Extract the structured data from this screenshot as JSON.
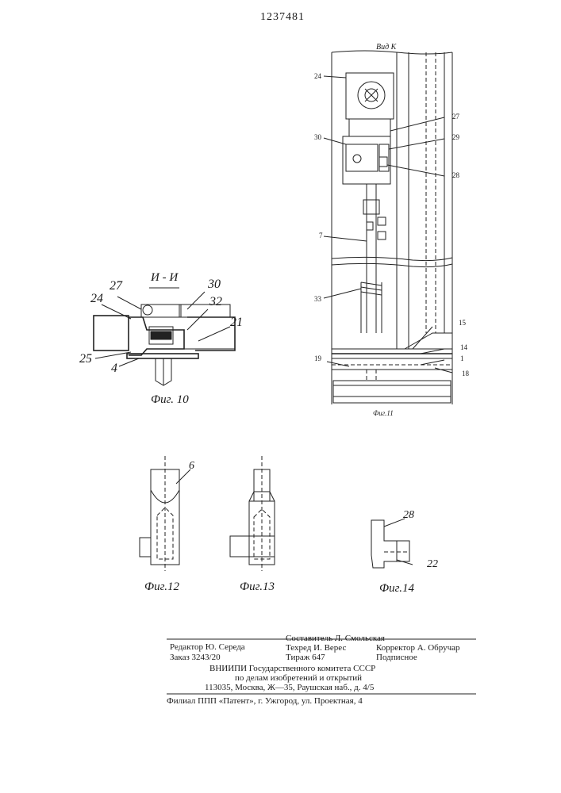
{
  "header": {
    "patent_number": "1237481"
  },
  "fig11": {
    "view_label": "Вид К",
    "caption": "Фиг.11",
    "callouts": {
      "c24": "24",
      "c27": "27",
      "c29": "29",
      "c30": "30",
      "c28": "28",
      "c7": "7",
      "c33": "33",
      "c15": "15",
      "c14": "14",
      "c19": "19",
      "c1": "1",
      "c18": "18"
    }
  },
  "fig10": {
    "section_label": "И - И",
    "caption": "Фиг. 10",
    "callouts": {
      "c27": "27",
      "c30": "30",
      "c24": "24",
      "c32": "32",
      "c21": "21",
      "c25": "25",
      "c4": "4"
    }
  },
  "fig12": {
    "caption": "Фиг.12",
    "callouts": {
      "c6": "6"
    }
  },
  "fig13": {
    "caption": "Фиг.13"
  },
  "fig14": {
    "caption": "Фиг.14",
    "callouts": {
      "c28": "28",
      "c22": "22"
    }
  },
  "imprint": {
    "editor": "Редактор Ю. Середа",
    "order": "Заказ 3243/20",
    "compiler": "Составитель Л. Смольская",
    "techred": "Техред И. Верес",
    "circulation": "Тираж 647",
    "corrector": "Корректор А. Обручар",
    "subscription": "Подписное",
    "org_line1": "ВНИИПИ Государственного комитета СССР",
    "org_line2": "по делам изобретений и открытий",
    "address": "113035, Москва, Ж—35, Раушская наб., д. 4/5",
    "branch": "Филиал ППП «Патент», г. Ужгород, ул. Проектная, 4"
  }
}
